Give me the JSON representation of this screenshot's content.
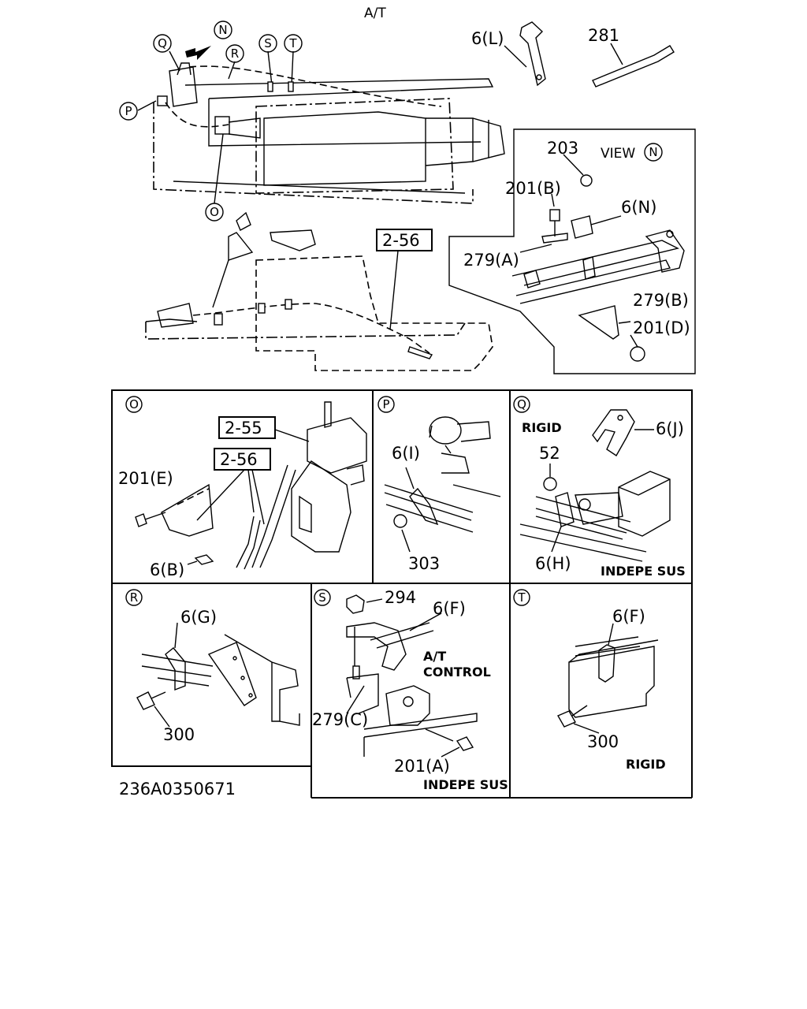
{
  "title": "A/T",
  "figure_id": "236A0350671",
  "callouts": {
    "n": "N",
    "q": "Q",
    "r": "R",
    "s": "S",
    "t": "T",
    "p": "P",
    "o": "O"
  },
  "refs": {
    "ref_2_56_top": "2-56",
    "ref_2_55": "2-55",
    "ref_2_56_o": "2-56"
  },
  "top_labels": {
    "6L": "6(L)",
    "p281": "281"
  },
  "view_n": {
    "title": "VIEW",
    "callout": "N",
    "labels": {
      "203": "203",
      "201B": "201(B)",
      "6N": "6(N)",
      "279A": "279(A)",
      "279B": "279(B)",
      "201D": "201(D)"
    }
  },
  "panels": {
    "O": {
      "callout": "O",
      "labels": {
        "201E": "201(E)",
        "6B": "6(B)"
      }
    },
    "P": {
      "callout": "P",
      "labels": {
        "6I": "6(I)",
        "303": "303"
      }
    },
    "Q": {
      "callout": "Q",
      "note_top": "RIGID",
      "note_bottom": "INDEPE SUS",
      "labels": {
        "6J": "6(J)",
        "52": "52",
        "6H": "6(H)"
      }
    },
    "R": {
      "callout": "R",
      "labels": {
        "6G": "6(G)",
        "300": "300"
      }
    },
    "S": {
      "callout": "S",
      "note_mid_1": "A/T",
      "note_mid_2": "CONTROL",
      "note_bottom": "INDEPE SUS",
      "labels": {
        "294": "294",
        "6F": "6(F)",
        "279C": "279(C)",
        "201A": "201(A)"
      }
    },
    "T": {
      "callout": "T",
      "note_bottom": "RIGID",
      "labels": {
        "6F": "6(F)",
        "300": "300"
      }
    }
  }
}
